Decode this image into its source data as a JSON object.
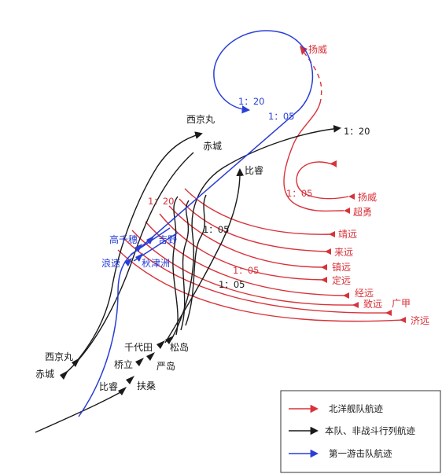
{
  "labels": {
    "yangwei_top": "扬威",
    "yangwei": "扬威",
    "chaoyong": "超勇",
    "jingyuan_a": "靖远",
    "laiyuan": "来远",
    "zhenyuan": "镇远",
    "dingyuan": "定远",
    "jingyuan_b": "经远",
    "zhiyuan": "致远",
    "guangjia": "广甲",
    "jiyuan": "济远",
    "saikyo_maru_top": "西京丸",
    "akagi_top": "赤城",
    "hiei_top": "比睿",
    "chiyoda": "千代田",
    "matsushima": "松岛",
    "hashidate": "桥立",
    "itsukushima": "严岛",
    "fuso": "扶桑",
    "hiei": "比睿",
    "saikyo_maru": "西京丸",
    "akagi": "赤城",
    "takachiho": "高千穗",
    "yoshino": "吉野",
    "naniwa": "浪速",
    "akitsushima": "秋津洲"
  },
  "times": {
    "blue_120": "1：20",
    "blue_105": "1：05",
    "black_120": "1：20",
    "black_105_a": "1：05",
    "black_105_b": "1：05",
    "red_120": "1：20",
    "red_105_a": "1：05",
    "red_105_b": "1：05"
  },
  "colors": {
    "beiyang": "#d8323a",
    "main_body": "#1a1a1a",
    "flying_squadron": "#2a3ed6"
  },
  "legend": {
    "items": [
      {
        "label": "北洋舰队航迹",
        "color": "#d8323a"
      },
      {
        "label": "本队、非战斗行列航迹",
        "color": "#1a1a1a"
      },
      {
        "label": "第一游击队航迹",
        "color": "#2a3ed6"
      }
    ]
  }
}
